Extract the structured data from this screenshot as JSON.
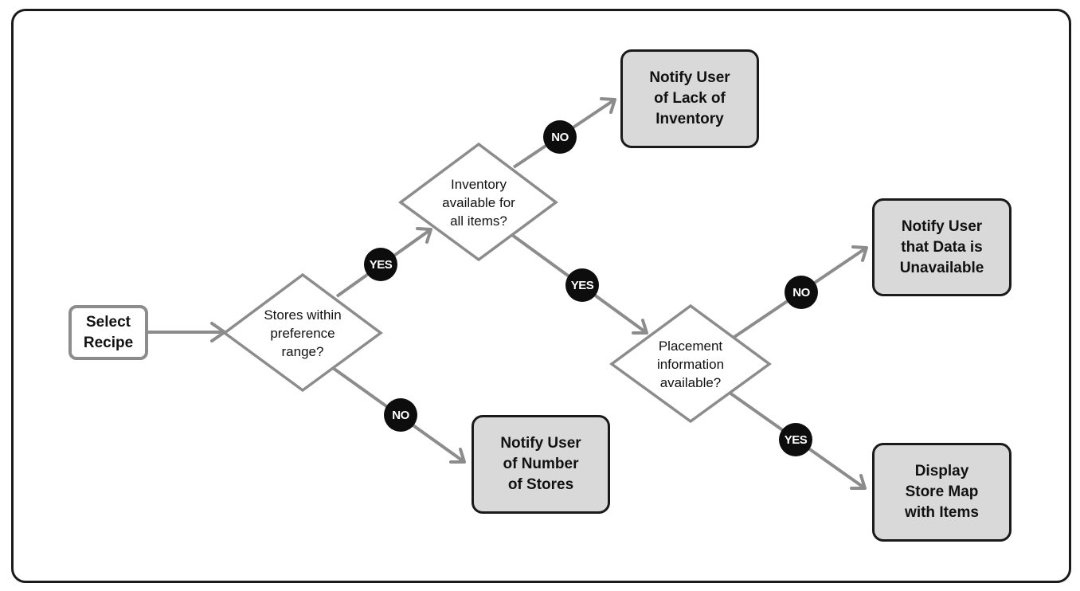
{
  "nodes": {
    "start": {
      "label": "Select\nRecipe"
    },
    "decision_stores": {
      "label": "Stores within\npreference\nrange?"
    },
    "decision_inventory": {
      "label": "Inventory\navailable for\nall items?"
    },
    "decision_placement": {
      "label": "Placement\ninformation\navailable?"
    },
    "notify_number_of_stores": {
      "label": "Notify User\nof Number\nof Stores"
    },
    "notify_lack_of_inventory": {
      "label": "Notify User\nof Lack of\nInventory"
    },
    "notify_data_unavailable": {
      "label": "Notify User\nthat Data is\nUnavailable"
    },
    "display_store_map": {
      "label": "Display\nStore Map\nwith Items"
    }
  },
  "badges": {
    "stores_yes": "YES",
    "stores_no": "NO",
    "inventory_no": "NO",
    "inventory_yes": "YES",
    "placement_no": "NO",
    "placement_yes": "YES"
  },
  "colors": {
    "connector": "#8c8c8c",
    "terminal_fill": "#d9d9d9",
    "badge_fill": "#0d0d0d",
    "badge_text": "#ffffff"
  }
}
